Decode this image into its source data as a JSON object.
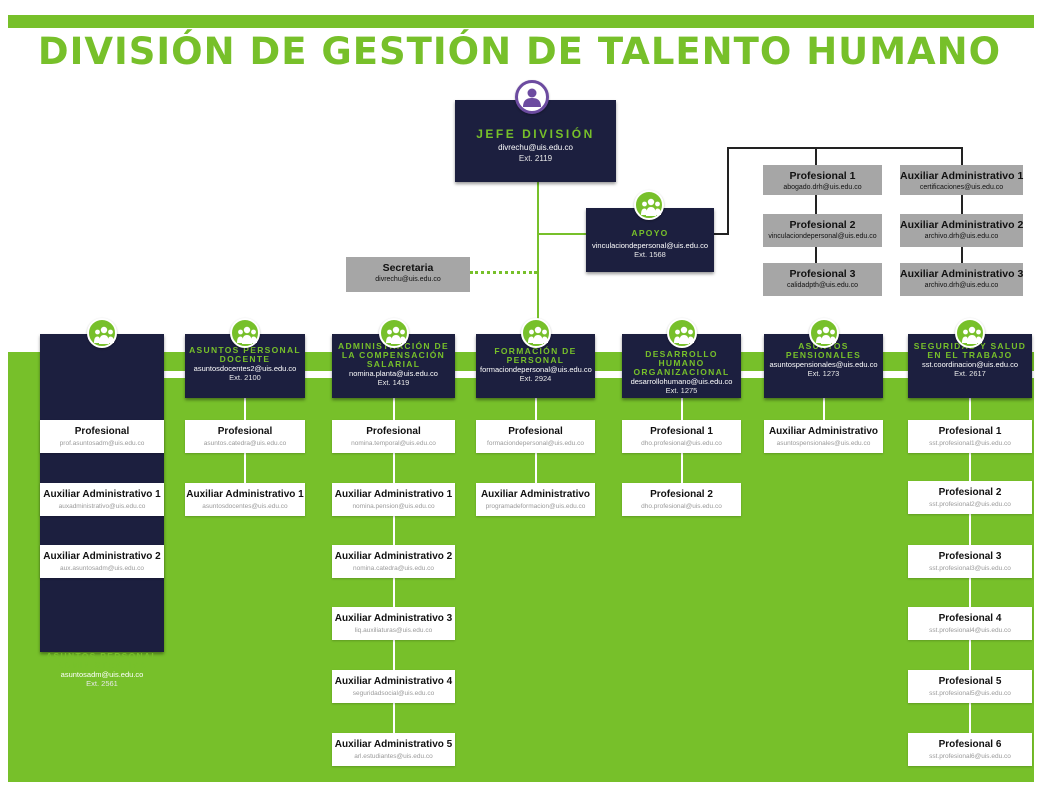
{
  "title": "DIVISIÓN DE GESTIÓN DE TALENTO HUMANO",
  "colors": {
    "green": "#77c02a",
    "navy": "#1c1f3f",
    "gray": "#a6a6a6"
  },
  "icons": {
    "head": "person-icon",
    "unit": "team-icon"
  },
  "head": {
    "title": "JEFE DIVISIÓN",
    "email": "divrechu@uis.edu.co",
    "ext": "Ext. 2119"
  },
  "apoyo": {
    "title": "APOYO",
    "email": "vinculaciondepersonal@uis.edu.co",
    "ext": "Ext. 1568"
  },
  "secretaria": {
    "role": "Secretaria",
    "email": "divrechu@uis.edu.co"
  },
  "apoyo_staff": [
    {
      "role": "Profesional 1",
      "email": "abogado.drh@uis.edu.co"
    },
    {
      "role": "Profesional 2",
      "email": "vinculaciondepersonal@uis.edu.co"
    },
    {
      "role": "Profesional 3",
      "email": "calidadpth@uis.edu.co"
    },
    {
      "role": "Auxiliar Administrativo 1",
      "email": "certificaciones@uis.edu.co"
    },
    {
      "role": "Auxiliar Administrativo 2",
      "email": "archivo.drh@uis.edu.co"
    },
    {
      "role": "Auxiliar Administrativo 3",
      "email": "archivo.drh@uis.edu.co"
    }
  ],
  "units": [
    {
      "title": "ASUNTOS PERSONAL ADMINISTRATIVO",
      "email": "asuntosadm@uis.edu.co",
      "ext": "Ext. 2561",
      "staff": [
        {
          "role": "Profesional",
          "email": "prof.asuntosadm@uis.edu.co"
        },
        {
          "role": "Auxiliar Administrativo 1",
          "email": "auxadministrativo@uis.edu.co"
        },
        {
          "role": "Auxiliar Administrativo 2",
          "email": "aux.asuntosadm@uis.edu.co"
        }
      ]
    },
    {
      "title": "ASUNTOS PERSONAL DOCENTE",
      "email": "asuntosdocentes2@uis.edu.co",
      "ext": "Ext. 2100",
      "staff": [
        {
          "role": "Profesional",
          "email": "asuntos.catedra@uis.edu.co"
        },
        {
          "role": "Auxiliar Administrativo 1",
          "email": "asuntosdocentes@uis.edu.co"
        }
      ]
    },
    {
      "title": "ADMINISTRACIÓN DE LA COMPENSACIÓN SALARIAL",
      "email": "nomina.planta@uis.edu.co",
      "ext": "Ext. 1419",
      "staff": [
        {
          "role": "Profesional",
          "email": "nomina.temporal@uis.edu.co"
        },
        {
          "role": "Auxiliar Administrativo 1",
          "email": "nomina.pension@uis.edu.co"
        },
        {
          "role": "Auxiliar Administrativo 2",
          "email": "nomina.catedra@uis.edu.co"
        },
        {
          "role": "Auxiliar Administrativo 3",
          "email": "liq.auxiliaturas@uis.edu.co"
        },
        {
          "role": "Auxiliar Administrativo 4",
          "email": "seguridadsocial@uis.edu.co"
        },
        {
          "role": "Auxiliar Administrativo 5",
          "email": "arl.estudiantes@uis.edu.co"
        }
      ]
    },
    {
      "title": "FORMACIÓN DE PERSONAL",
      "email": "formaciondepersonal@uis.edu.co",
      "ext": "Ext. 2924",
      "staff": [
        {
          "role": "Profesional",
          "email": "formaciondepersonal@uis.edu.co"
        },
        {
          "role": "Auxiliar Administrativo",
          "email": "programadeformacion@uis.edu.co"
        }
      ]
    },
    {
      "title": "DESARROLLO HUMANO ORGANIZACIONAL",
      "email": "desarrollohumano@uis.edu.co",
      "ext": "Ext. 1275",
      "staff": [
        {
          "role": "Profesional 1",
          "email": "dho.profesional@uis.edu.co"
        },
        {
          "role": "Profesional 2",
          "email": "dho.profesional@uis.edu.co"
        }
      ]
    },
    {
      "title": "ASUNTOS PENSIONALES",
      "email": "asuntospensionales@uis.edu.co",
      "ext": "Ext. 1273",
      "staff": [
        {
          "role": "Auxiliar Administrativo",
          "email": "asuntospensionales@uis.edu.co"
        }
      ]
    },
    {
      "title": "SEGURIDAD Y SALUD EN EL TRABAJO",
      "email": "sst.coordinacion@uis.edu.co",
      "ext": "Ext. 2617",
      "staff": [
        {
          "role": "Profesional 1",
          "email": "sst.profesional1@uis.edu.co"
        },
        {
          "role": "Profesional 2",
          "email": "sst.profesional2@uis.edu.co"
        },
        {
          "role": "Profesional 3",
          "email": "sst.profesional3@uis.edu.co"
        },
        {
          "role": "Profesional 4",
          "email": "sst.profesional4@uis.edu.co"
        },
        {
          "role": "Profesional 5",
          "email": "sst.profesional5@uis.edu.co"
        },
        {
          "role": "Profesional 6",
          "email": "sst.profesional6@uis.edu.co"
        }
      ]
    }
  ]
}
